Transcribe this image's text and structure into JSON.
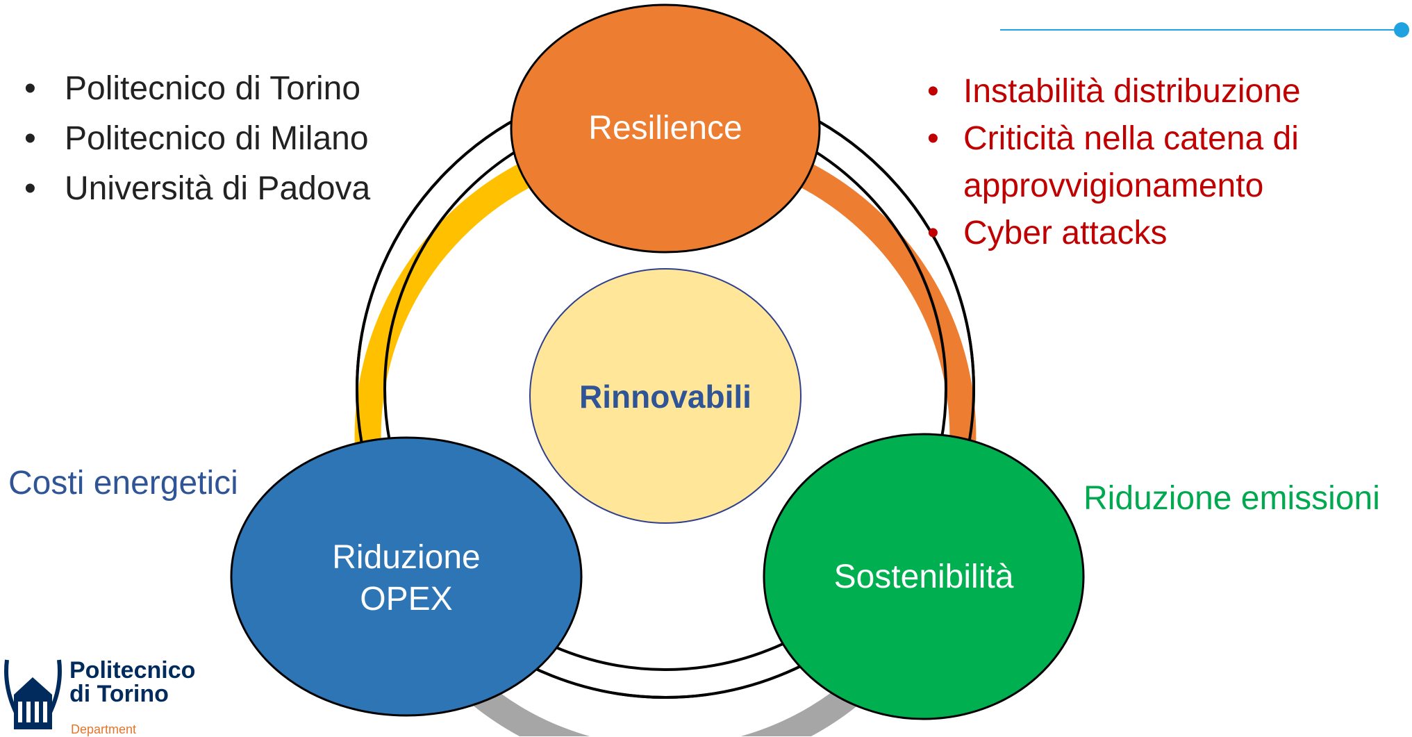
{
  "left_bullets": [
    "Politecnico di Torino",
    "Politecnico di Milano",
    "Università di Padova"
  ],
  "right_bullets": [
    "Instabilità distribuzione",
    "Criticità nella catena di approvvigionamento",
    "Cyber attacks"
  ],
  "labels": {
    "costi": "Costi energetici",
    "emissioni": "Riduzione emissioni"
  },
  "nodes": {
    "resilience": "Resilience",
    "center": "Rinnovabili",
    "opex_line1": "Riduzione",
    "opex_line2": "OPEX",
    "sostenibilita": "Sostenibilità"
  },
  "logo": {
    "line1": "Politecnico",
    "line2": "di Torino",
    "dept": "Department"
  },
  "colors": {
    "resilience": "#ed7d31",
    "opex": "#2e75b6",
    "sostenibilita": "#00b050",
    "center": "#ffe699",
    "arc_left": "#ffc000",
    "arc_right": "#ed7d31",
    "arc_bottom": "#a6a6a6",
    "accent_line": "#1fa3e0"
  }
}
